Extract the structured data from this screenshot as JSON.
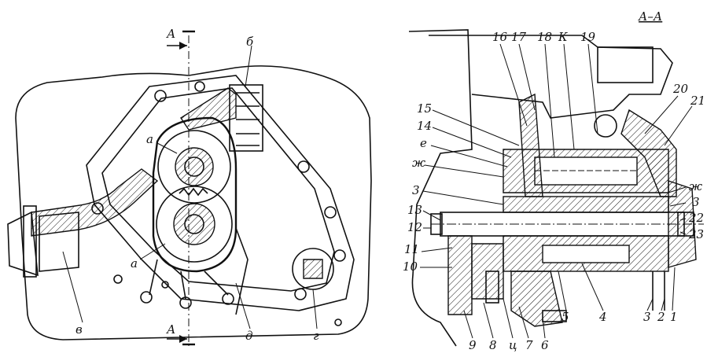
{
  "section_marks": {
    "top_arrow": "А",
    "bottom_arrow": "А",
    "section_title": "А–А"
  },
  "left_view_labels": {
    "b": "б",
    "a_top": "а",
    "a_bottom": "а",
    "v": "в",
    "d": "д",
    "g": "г"
  },
  "right_view_labels": {
    "n16": "16",
    "n17": "17",
    "n18": "18",
    "k": "К",
    "n19": "19",
    "n20": "20",
    "n21": "21",
    "n15": "15",
    "n14": "14",
    "e": "е",
    "zh_left": "ж",
    "n3_left": "3",
    "n13": "13",
    "n12": "12",
    "n11": "11",
    "n10": "10",
    "zh_right": "ж",
    "n3_right": "3",
    "n22": "22",
    "n23": "23",
    "n9": "9",
    "n8": "8",
    "ts": "ц",
    "n7": "7",
    "n6": "6",
    "n5": "5",
    "n4": "4",
    "n3_bottom": "3",
    "n2": "2",
    "n1": "1"
  }
}
